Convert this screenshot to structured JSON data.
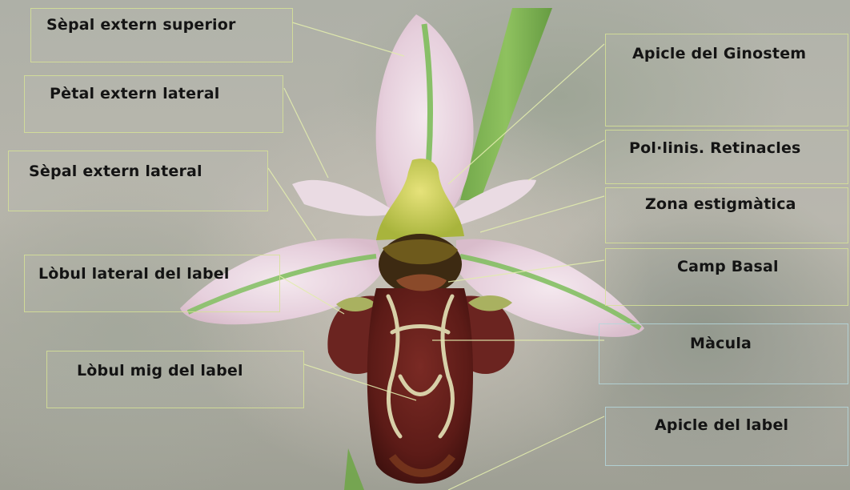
{
  "labels": {
    "sepal_superior": "Sèpal extern superior",
    "petal_lateral": "Pètal extern lateral",
    "sepal_lateral": "Sèpal extern lateral",
    "lobul_lateral": "Lòbul lateral del label",
    "lobul_mig": "Lòbul mig del label",
    "apicle_ginostem": "Apicle del Ginostem",
    "pollinis": "Pol·linis. Retinacles",
    "zona_estigmatica": "Zona estigmàtica",
    "camp_basal": "Camp Basal",
    "macula": "Màcula",
    "apicle_label": "Apicle del label"
  },
  "colors": {
    "label_box_border": "#d6e296",
    "label_box_border_alt": "#b4d7dc",
    "leader_line": "#e2ecae",
    "label_text": "#141414"
  }
}
